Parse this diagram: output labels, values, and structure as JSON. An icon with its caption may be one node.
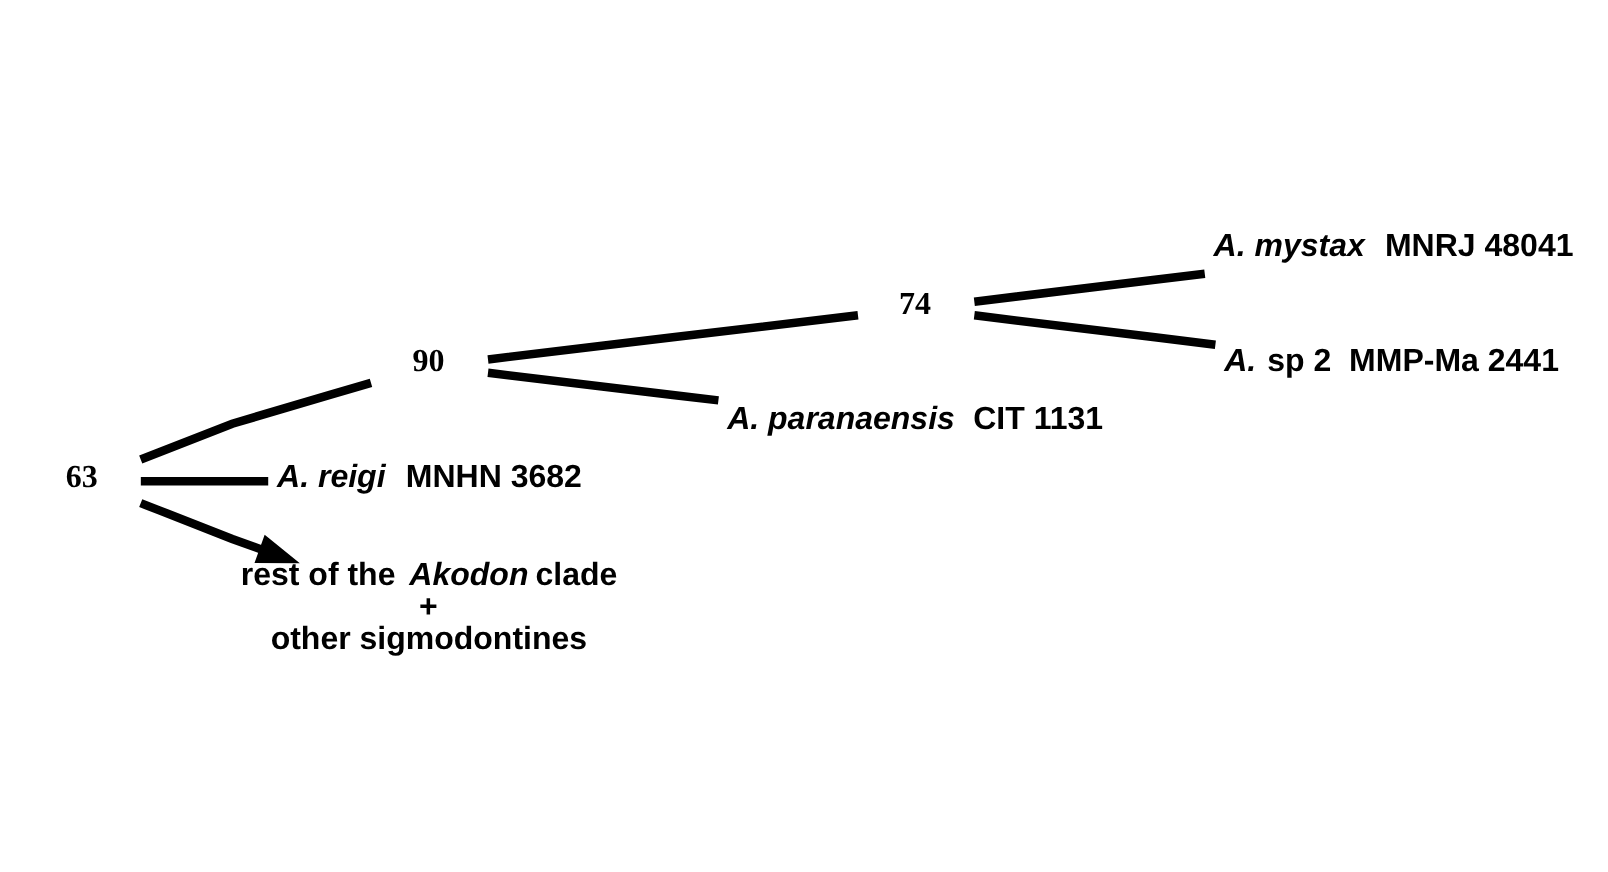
{
  "diagram": {
    "nodes": [
      {
        "text": [
          "74"
        ]
      },
      {
        "text": [
          "*A. mystax*  MNRJ 48041"
        ]
      },
      {
        "text": [
          "90"
        ]
      },
      {
        "text": [
          "*A.* sp 2  MMP-Ma 2441"
        ]
      },
      {
        "text": [
          "63"
        ]
      },
      {
        "text": [
          "*A. paranaensis*  CIT 1131"
        ]
      },
      {
        "text": [
          "*A. reigi*  MNHN 3682"
        ]
      },
      {
        "text": [
          "rest of the *Akodon* clade",
          "+",
          "other sigmodontines"
        ]
      }
    ],
    "edges": [
      {
        "from": 4,
        "to": 2,
        "arrow": "none"
      },
      {
        "from": 2,
        "to": 0,
        "arrow": "none"
      },
      {
        "from": 0,
        "to": 1,
        "arrow": "none"
      },
      {
        "from": 0,
        "to": 3,
        "arrow": "none"
      },
      {
        "from": 2,
        "to": 5,
        "arrow": "none"
      },
      {
        "from": 4,
        "to": 6,
        "arrow": "none"
      },
      {
        "from": 4,
        "to": 7,
        "arrow": "to"
      }
    ]
  }
}
